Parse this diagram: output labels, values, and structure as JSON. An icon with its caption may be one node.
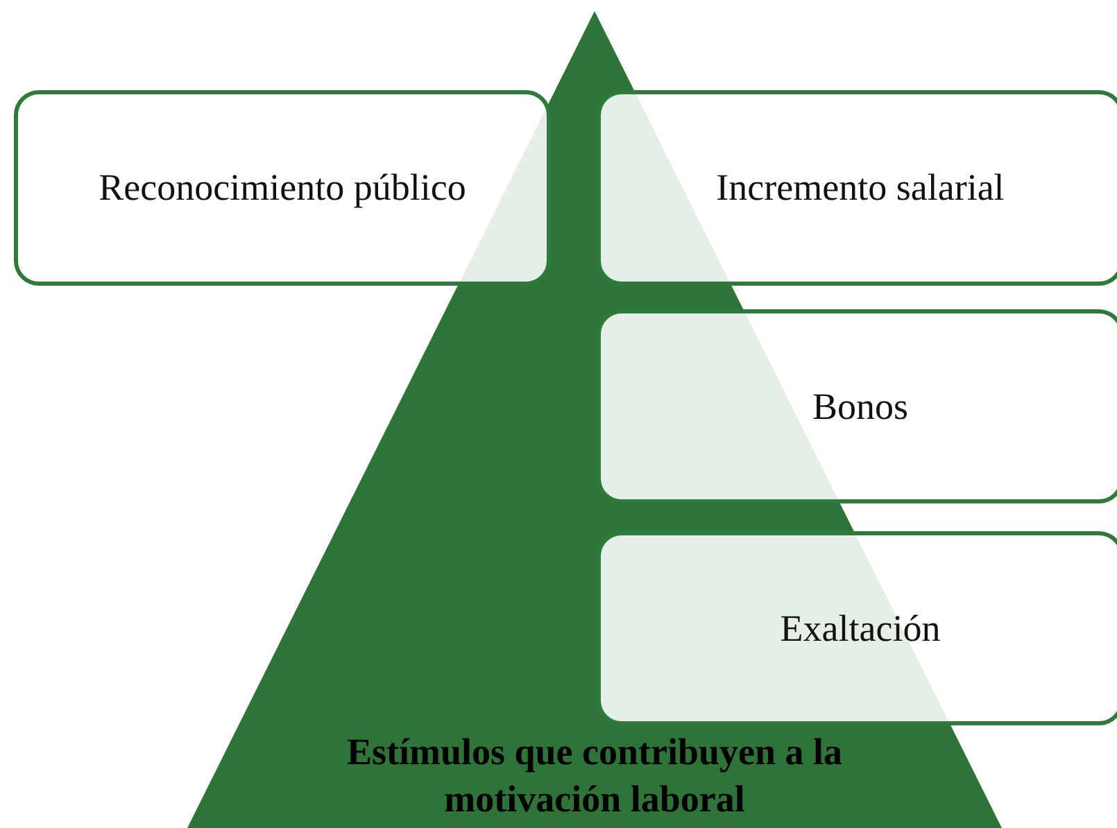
{
  "diagram": {
    "nodes": [
      {
        "text": [
          "Estímulos que contribuyen a la motivación laboral"
        ]
      },
      {
        "text": [
          "Reconocimiento público"
        ]
      },
      {
        "text": [
          "Incremento salarial"
        ]
      },
      {
        "text": [
          "Bonos"
        ]
      },
      {
        "text": [
          "Exaltación"
        ]
      }
    ],
    "edges": []
  }
}
